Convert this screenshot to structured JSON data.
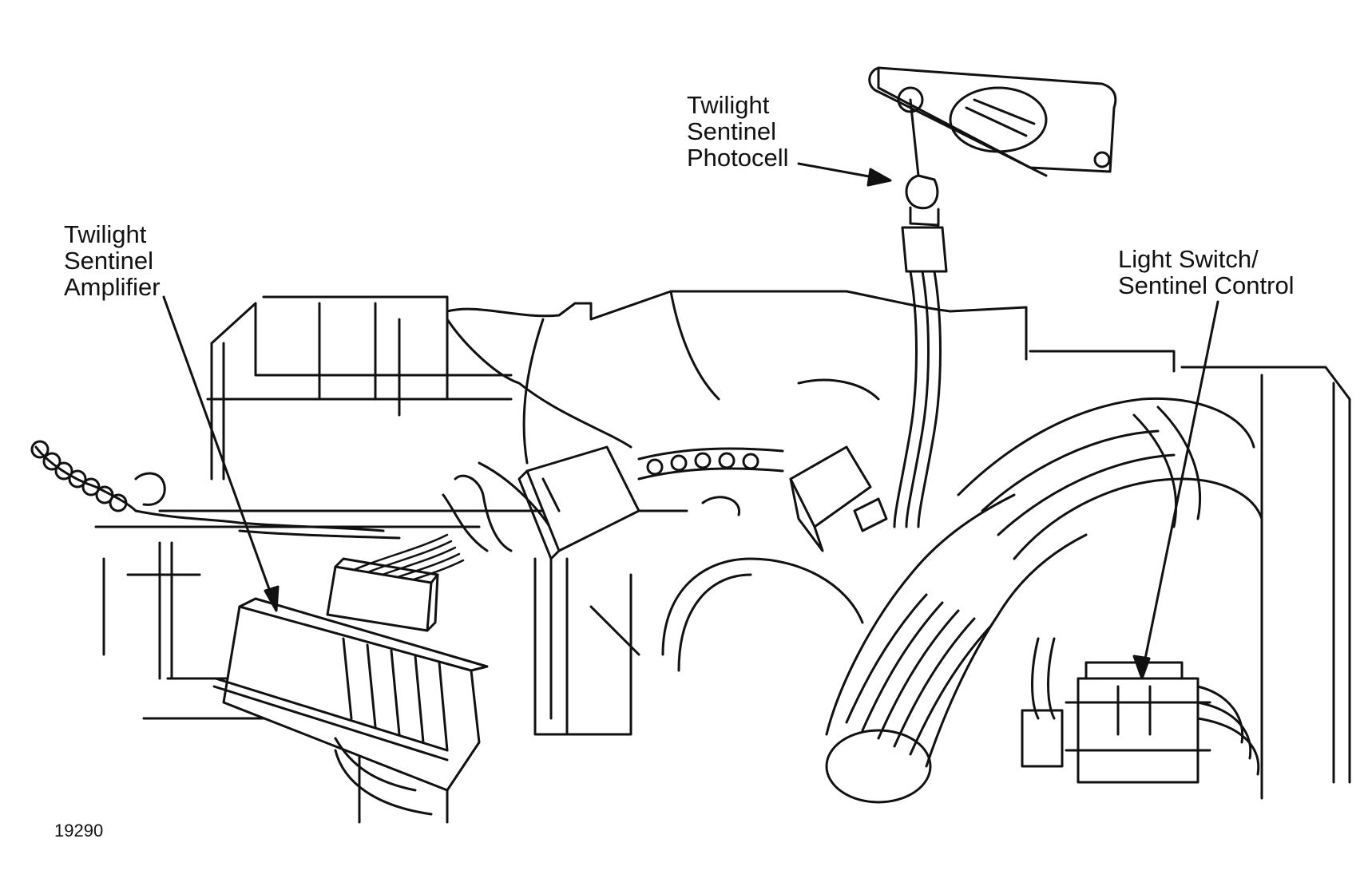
{
  "labels": {
    "photocell": [
      "Twilight",
      "Sentinel",
      "Photocell"
    ],
    "amplifier": [
      "Twilight",
      "Sentinel",
      "Amplifier"
    ],
    "light_switch": [
      "Light Switch/",
      "Sentinel Control"
    ]
  },
  "figure_number": "19290",
  "colors": {
    "ink": "#111111",
    "background": "#ffffff"
  }
}
